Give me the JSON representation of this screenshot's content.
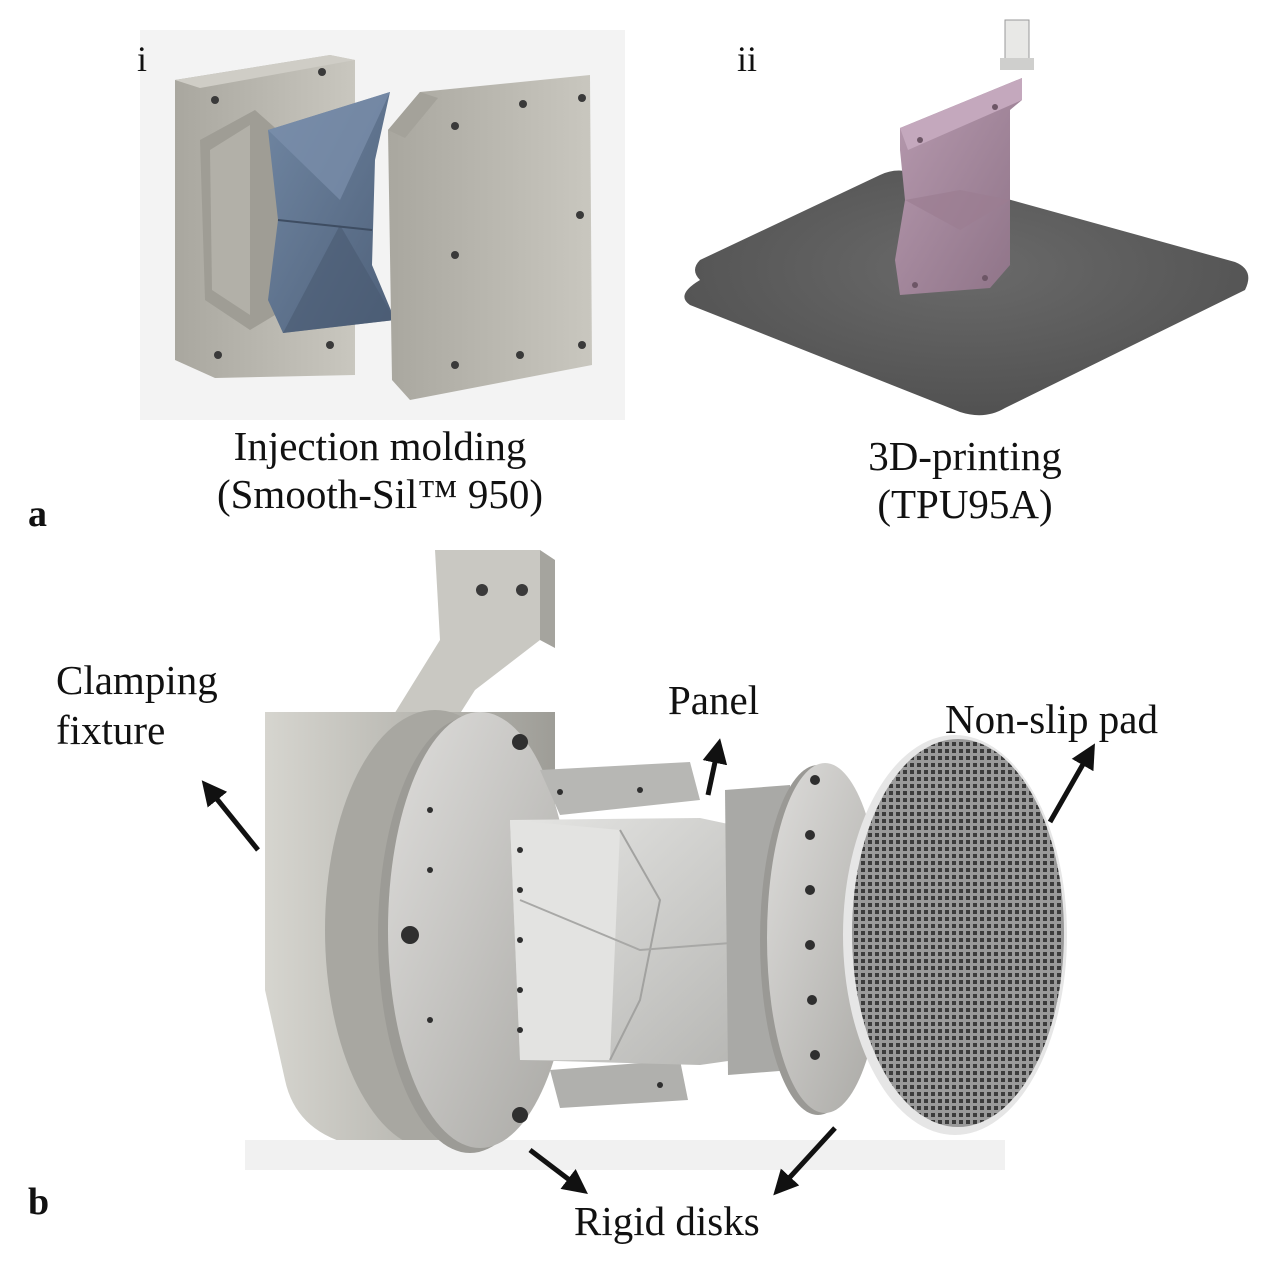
{
  "panel_a": {
    "letter": "a",
    "sub_i": {
      "numeral": "i",
      "caption_line1": "Injection molding",
      "caption_line2": "(Smooth-Sil™ 950)"
    },
    "sub_ii": {
      "numeral": "ii",
      "caption_line1": "3D-printing",
      "caption_line2": "(TPU95A)"
    }
  },
  "panel_b": {
    "letter": "b",
    "labels": {
      "clamping_line1": "Clamping",
      "clamping_line2": "fixture",
      "panel": "Panel",
      "non_slip": "Non-slip pad",
      "rigid_disks": "Rigid disks"
    }
  },
  "colors": {
    "mold_gray": "#b8b6ae",
    "silicone_blue": "#5f738e",
    "tpu_pink": "#a6889c",
    "bed_dark": "#5b5b5b",
    "fixture_gray": "#bdbcb6",
    "disk_gray": "#c9c8c4"
  }
}
